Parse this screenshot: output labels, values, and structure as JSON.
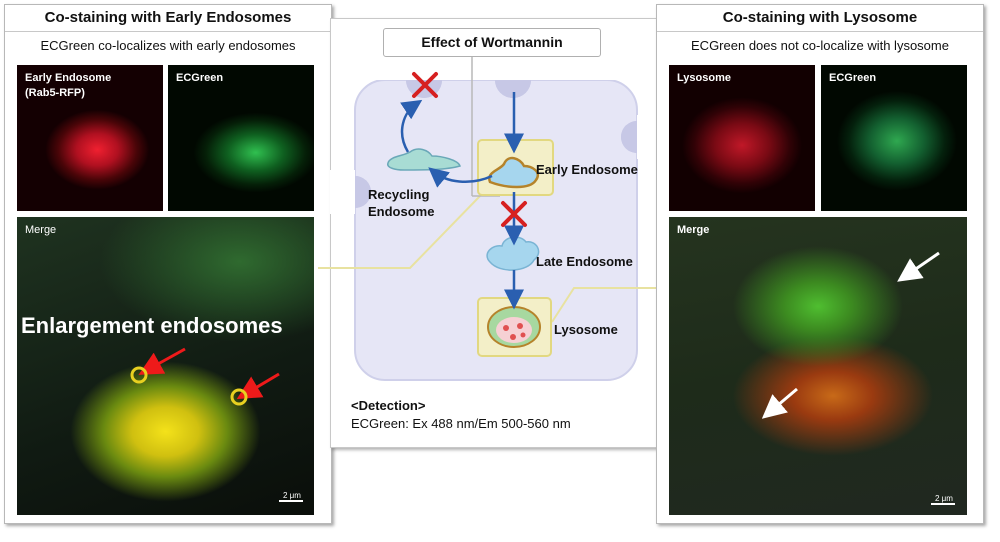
{
  "left_panel": {
    "title": "Co-staining with Early Endosomes",
    "subtitle": "ECGreen co-localizes with early endosomes",
    "img1_label1": "Early Endosome",
    "img1_label2": "(Rab5-RFP)",
    "img2_label": "ECGreen",
    "merge_label": "Merge",
    "overlay_text": "Enlargement endosomes",
    "scale_text": "2 μm"
  },
  "right_panel": {
    "title": "Co-staining with Lysosome",
    "subtitle": "ECGreen does not co-localize with lysosome",
    "img1_label": "Lysosome",
    "img2_label": "ECGreen",
    "merge_label": "Merge",
    "scale_text": "2 μm"
  },
  "diagram": {
    "title": "Effect of Wortmannin",
    "early_endosome": "Early Endosome",
    "recycling_endosome_1": "Recycling",
    "recycling_endosome_2": "Endosome",
    "late_endosome": "Late Endosome",
    "lysosome": "Lysosome",
    "detection_label": "<Detection>",
    "detection_value": "ECGreen: Ex 488 nm/Em 500-560 nm"
  },
  "colors": {
    "cell_fill": "#e6e6f6",
    "arrow_blue": "#2a5fb0",
    "inhibit_red": "#d62020",
    "callout_yellow": "#e8e2a0",
    "early_endosome_fill": "#a6d6ee",
    "lysosome_fill": "#a7d8a0"
  }
}
